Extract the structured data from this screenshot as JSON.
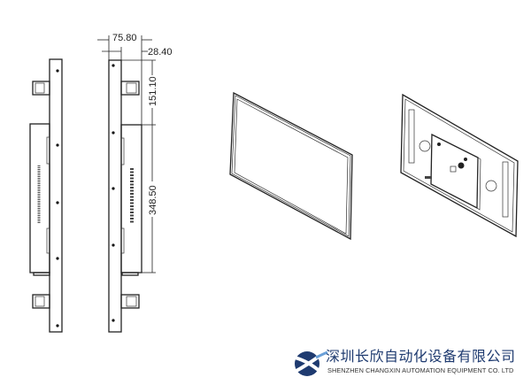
{
  "dimensions": {
    "depth_total": "75.80",
    "depth_bezel": "28.40",
    "offset_top": "151.10",
    "box_height": "348.50"
  },
  "company": {
    "name_cn": "深圳长欣自动化设备有限公司",
    "name_en": "SHENZHEN CHANGXIN AUTOMATION EQUIPMENT CO. LTD",
    "brand_color": "#1f3b70"
  }
}
